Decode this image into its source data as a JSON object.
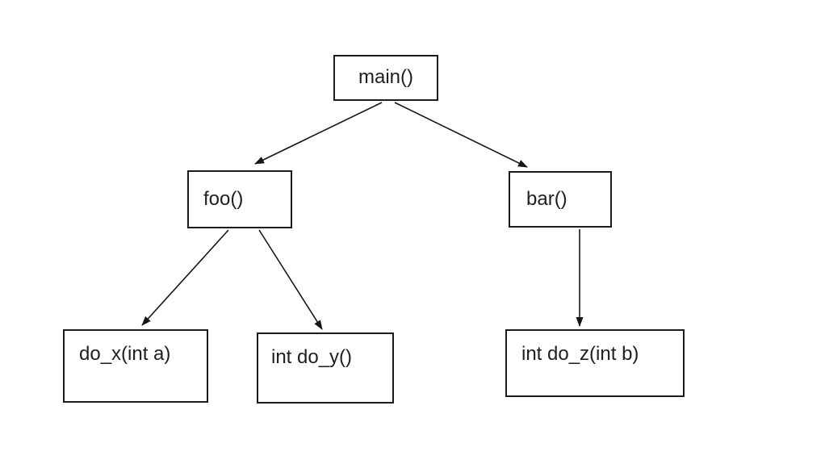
{
  "diagram": {
    "kind": "call-graph",
    "nodes": {
      "main": {
        "label": "main()"
      },
      "foo": {
        "label": "foo()"
      },
      "bar": {
        "label": "bar()"
      },
      "do_x": {
        "label": "do_x(int a)"
      },
      "do_y": {
        "label": "int do_y()"
      },
      "do_z": {
        "label": "int do_z(int b)"
      }
    },
    "edges": [
      {
        "from": "main",
        "to": "foo"
      },
      {
        "from": "main",
        "to": "bar"
      },
      {
        "from": "foo",
        "to": "do_x"
      },
      {
        "from": "foo",
        "to": "do_y"
      },
      {
        "from": "bar",
        "to": "do_z"
      }
    ],
    "colors": {
      "background": "#ffffff",
      "box_border": "#1c1c1c",
      "text": "#1f1f1f",
      "arrow": "#161616"
    }
  }
}
